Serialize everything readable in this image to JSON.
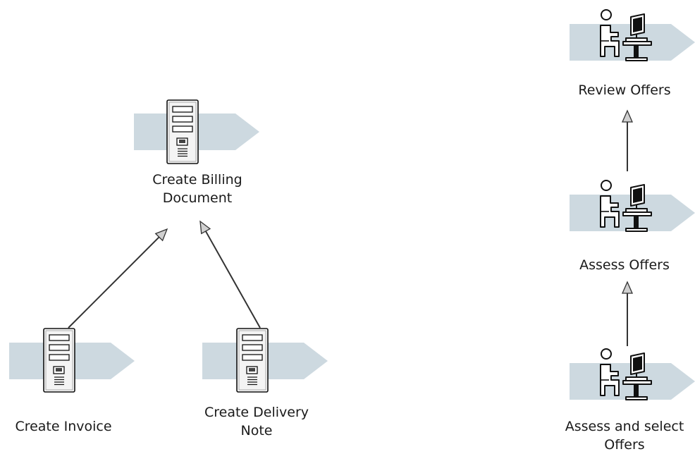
{
  "nodes": [
    {
      "id": "create-billing-document",
      "kind": "system",
      "lines": [
        "Create Billing",
        "Document"
      ]
    },
    {
      "id": "create-invoice",
      "kind": "system",
      "lines": [
        "Create Invoice"
      ]
    },
    {
      "id": "create-delivery-note",
      "kind": "system",
      "lines": [
        "Create Delivery",
        "Note"
      ]
    },
    {
      "id": "review-offers",
      "kind": "user",
      "lines": [
        "Review Offers"
      ]
    },
    {
      "id": "assess-offers",
      "kind": "user",
      "lines": [
        "Assess Offers"
      ]
    },
    {
      "id": "assess-and-select-offers",
      "kind": "user",
      "lines": [
        "Assess and select",
        "Offers"
      ]
    }
  ],
  "edges": [
    {
      "from": "create-invoice",
      "to": "create-billing-document"
    },
    {
      "from": "create-delivery-note",
      "to": "create-billing-document"
    },
    {
      "from": "assess-offers",
      "to": "review-offers"
    },
    {
      "from": "assess-and-select-offers",
      "to": "assess-offers"
    }
  ],
  "colors": {
    "chevron": "#cdd9e0",
    "line": "#333333",
    "arrowhead": "#d0d0d0",
    "icon_stroke": "#111111"
  }
}
